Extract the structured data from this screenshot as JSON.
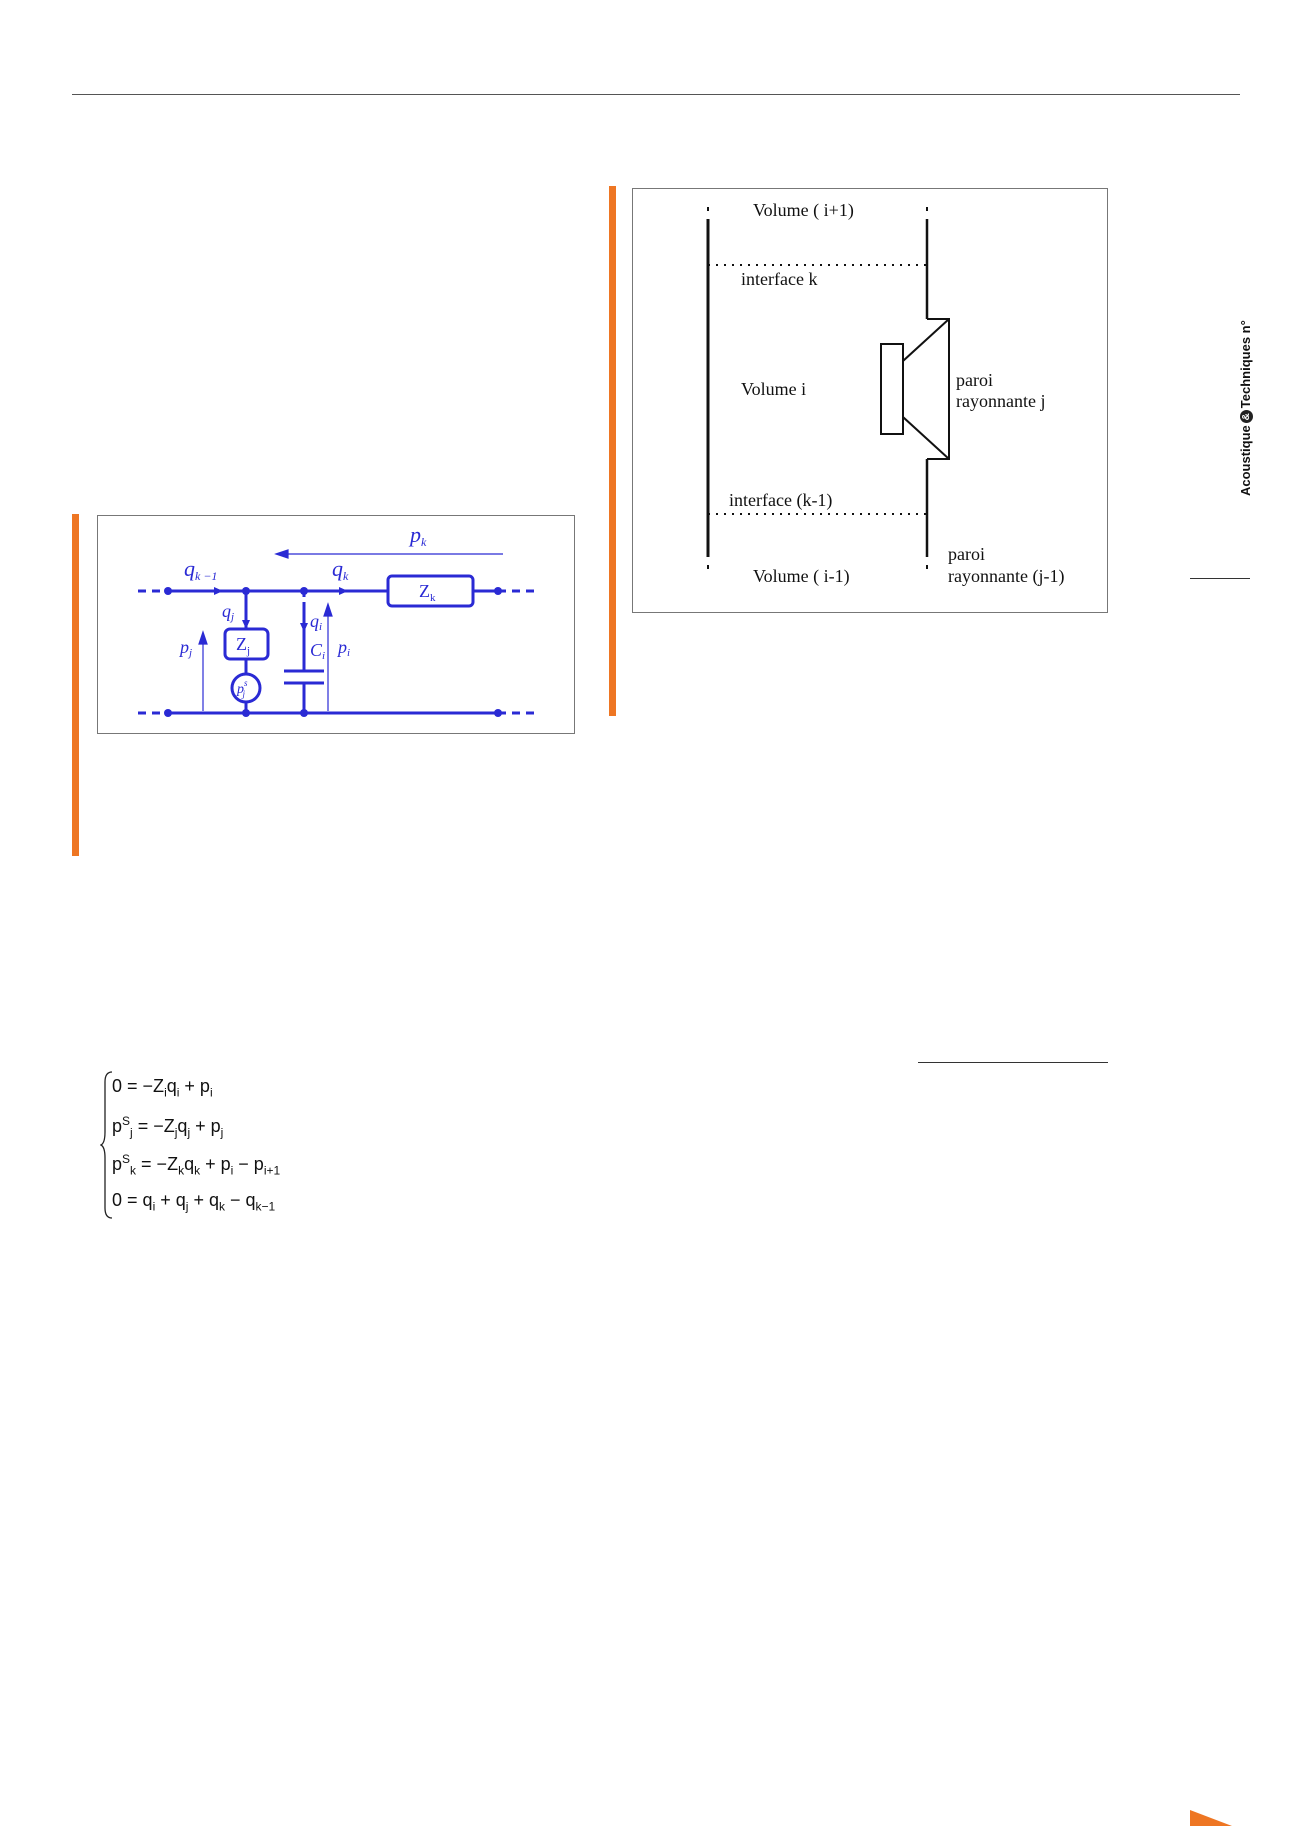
{
  "sidebar": {
    "word1": "Acoustique",
    "amp": "&",
    "word2": "Techniques n°"
  },
  "figure_circuit": {
    "labels": {
      "q_km1": "q",
      "q_km1_sub": "k −1",
      "q_k": "q",
      "q_k_sub": "k",
      "p_k": "p",
      "p_k_sub": "k",
      "q_j": "q",
      "q_j_sub": "j",
      "q_i": "q",
      "q_i_sub": "i",
      "p_j": "p",
      "p_j_sub": "j",
      "p_i": "p",
      "p_i_sub": "i",
      "c_i": "C",
      "c_i_sub": "i",
      "z_j": "Z",
      "z_j_sub": "j",
      "z_k": "Z",
      "z_k_sub": "k",
      "p_s_j": "p",
      "p_s_j_sup": "s",
      "p_s_j_sub": "j"
    },
    "color": "#2a2ad4"
  },
  "figure_geometry": {
    "volume_top": "Volume ( i+1)",
    "interface_k": "interface k",
    "volume_i": "Volume i",
    "paroi_j_line1": "paroi",
    "paroi_j_line2": "rayonnante j",
    "interface_km1": "interface (k-1)",
    "volume_bottom": "Volume ( i-1)",
    "paroi_jm1_line1": "paroi",
    "paroi_jm1_line2": "rayonnante (j-1)"
  },
  "equations": [
    {
      "lhs": "0",
      "rhs": "= −Z<sub>i</sub>q<sub>i</sub> + p<sub>i</sub>"
    },
    {
      "lhs": "p<sup>S</sup><sub>j</sub>",
      "rhs": "= −Z<sub>j</sub>q<sub>j</sub> + p<sub>j</sub>"
    },
    {
      "lhs": "p<sup>S</sup><sub>k</sub>",
      "rhs": "= −Z<sub>k</sub>q<sub>k</sub> + p<sub>i</sub> − p<sub>i+1</sub>"
    },
    {
      "lhs": "0",
      "rhs": "= q<sub>i</sub> + q<sub>j</sub> + q<sub>k</sub> − q<sub>k−1</sub>"
    }
  ],
  "colors": {
    "accent": "#ee7623",
    "circuit": "#2a2ad4"
  }
}
